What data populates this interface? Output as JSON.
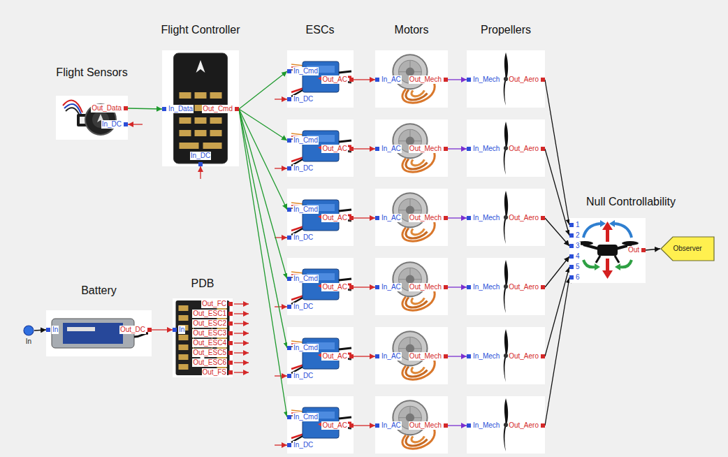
{
  "diagram": {
    "nodes": [
      {
        "text": [
          "Flight Sensors",
          "Out_Data",
          "In_DC"
        ]
      },
      {
        "text": [
          "Flight Controller",
          "In_Data",
          "Out_Cmd",
          "In_DC"
        ]
      },
      {
        "text": [
          "In"
        ]
      },
      {
        "text": [
          "Battery",
          "In",
          "Out_DC"
        ]
      },
      {
        "text": [
          "PDB",
          "In",
          "Out_FC",
          "Out_ESC1",
          "Out_ESC2",
          "Out_ESC3",
          "Out_ESC4",
          "Out_ESC5",
          "Out_ESC6",
          "Out_FS"
        ]
      },
      {
        "text": [
          "In_Cmd",
          "Out_AC",
          "In_DC"
        ]
      },
      {
        "text": [
          "In_Cmd",
          "Out_AC",
          "In_DC"
        ]
      },
      {
        "text": [
          "In_Cmd",
          "Out_AC",
          "In_DC"
        ]
      },
      {
        "text": [
          "In_Cmd",
          "Out_AC",
          "In_DC"
        ]
      },
      {
        "text": [
          "In_Cmd",
          "Out_AC",
          "In_DC"
        ]
      },
      {
        "text": [
          "In_Cmd",
          "Out_AC",
          "In_DC"
        ]
      },
      {
        "text": [
          "In_AC",
          "Out_Mech"
        ]
      },
      {
        "text": [
          "In_AC",
          "Out_Mech"
        ]
      },
      {
        "text": [
          "In_AC",
          "Out_Mech"
        ]
      },
      {
        "text": [
          "In_AC",
          "Out_Mech"
        ]
      },
      {
        "text": [
          "In_AC",
          "Out_Mech"
        ]
      },
      {
        "text": [
          "In_AC",
          "Out_Mech"
        ]
      },
      {
        "text": [
          "In_Mech",
          "Out_Aero"
        ]
      },
      {
        "text": [
          "In_Mech",
          "Out_Aero"
        ]
      },
      {
        "text": [
          "In_Mech",
          "Out_Aero"
        ]
      },
      {
        "text": [
          "In_Mech",
          "Out_Aero"
        ]
      },
      {
        "text": [
          "In_Mech",
          "Out_Aero"
        ]
      },
      {
        "text": [
          "In_Mech",
          "Out_Aero"
        ]
      },
      {
        "text": [
          "Null Controllability",
          "1",
          "2",
          "3",
          "4",
          "5",
          "6",
          "Out"
        ]
      },
      {
        "text": [
          "Observer"
        ]
      }
    ],
    "edges": [
      {
        "from": 0,
        "to": 1,
        "arrow": "to"
      },
      {
        "from": 1,
        "to": 5,
        "arrow": "to"
      },
      {
        "from": 1,
        "to": 6,
        "arrow": "to"
      },
      {
        "from": 1,
        "to": 7,
        "arrow": "to"
      },
      {
        "from": 1,
        "to": 8,
        "arrow": "to"
      },
      {
        "from": 1,
        "to": 9,
        "arrow": "to"
      },
      {
        "from": 1,
        "to": 10,
        "arrow": "to"
      },
      {
        "from": 2,
        "to": 3,
        "arrow": "to"
      },
      {
        "from": 3,
        "to": 4,
        "arrow": "to"
      },
      {
        "from": 5,
        "to": 11,
        "arrow": "to"
      },
      {
        "from": 6,
        "to": 12,
        "arrow": "to"
      },
      {
        "from": 7,
        "to": 13,
        "arrow": "to"
      },
      {
        "from": 8,
        "to": 14,
        "arrow": "to"
      },
      {
        "from": 9,
        "to": 15,
        "arrow": "to"
      },
      {
        "from": 10,
        "to": 16,
        "arrow": "to"
      },
      {
        "from": 11,
        "to": 17,
        "arrow": "to"
      },
      {
        "from": 12,
        "to": 18,
        "arrow": "to"
      },
      {
        "from": 13,
        "to": 19,
        "arrow": "to"
      },
      {
        "from": 14,
        "to": 20,
        "arrow": "to"
      },
      {
        "from": 15,
        "to": 21,
        "arrow": "to"
      },
      {
        "from": 16,
        "to": 22,
        "arrow": "to"
      },
      {
        "from": 17,
        "to": 23,
        "arrow": "to"
      },
      {
        "from": 18,
        "to": 23,
        "arrow": "to"
      },
      {
        "from": 19,
        "to": 23,
        "arrow": "to"
      },
      {
        "from": 20,
        "to": 23,
        "arrow": "to"
      },
      {
        "from": 21,
        "to": 23,
        "arrow": "to"
      },
      {
        "from": 22,
        "to": 23,
        "arrow": "to"
      },
      {
        "from": 23,
        "to": 24,
        "arrow": "to"
      }
    ],
    "labels": [
      "ESCs",
      "Motors",
      "Propellers"
    ]
  }
}
